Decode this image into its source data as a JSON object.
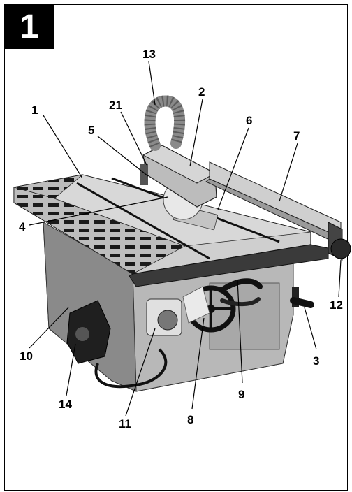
{
  "page": {
    "number": "1"
  },
  "figure": {
    "subject": "table-saw",
    "callouts": [
      {
        "id": "c1",
        "label": "1"
      },
      {
        "id": "c2",
        "label": "2"
      },
      {
        "id": "c3",
        "label": "3"
      },
      {
        "id": "c4",
        "label": "4"
      },
      {
        "id": "c5",
        "label": "5"
      },
      {
        "id": "c6",
        "label": "6"
      },
      {
        "id": "c7",
        "label": "7"
      },
      {
        "id": "c8",
        "label": "8"
      },
      {
        "id": "c9",
        "label": "9"
      },
      {
        "id": "c10",
        "label": "10"
      },
      {
        "id": "c11",
        "label": "11"
      },
      {
        "id": "c12",
        "label": "12"
      },
      {
        "id": "c13",
        "label": "13"
      },
      {
        "id": "c14",
        "label": "14"
      },
      {
        "id": "c21",
        "label": "21"
      }
    ]
  }
}
